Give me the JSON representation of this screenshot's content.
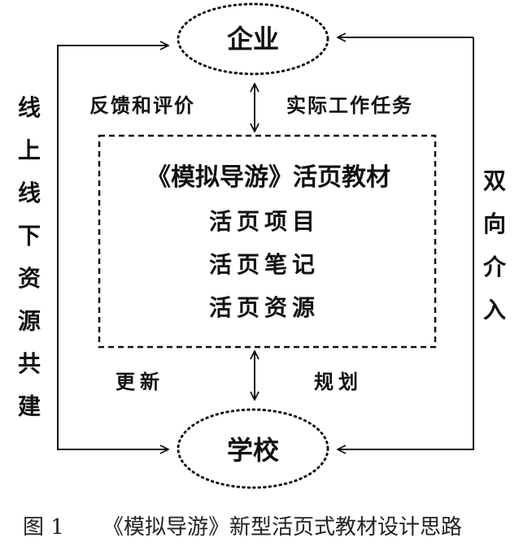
{
  "nodes": {
    "enterprise": "企业",
    "school": "学校",
    "textbook_title": "《模拟导游》活页教材",
    "textbook_items": [
      "活页项目",
      "活页笔记",
      "活页资源"
    ]
  },
  "labels": {
    "feedback": "反馈和评价",
    "tasks": "实际工作任务",
    "update": "更新",
    "plan": "规划",
    "left_side": "线上线下资源共建",
    "right_side": "双向介入"
  },
  "caption": {
    "number": "图 1",
    "text": "《模拟导游》新型活页式教材设计思路"
  }
}
